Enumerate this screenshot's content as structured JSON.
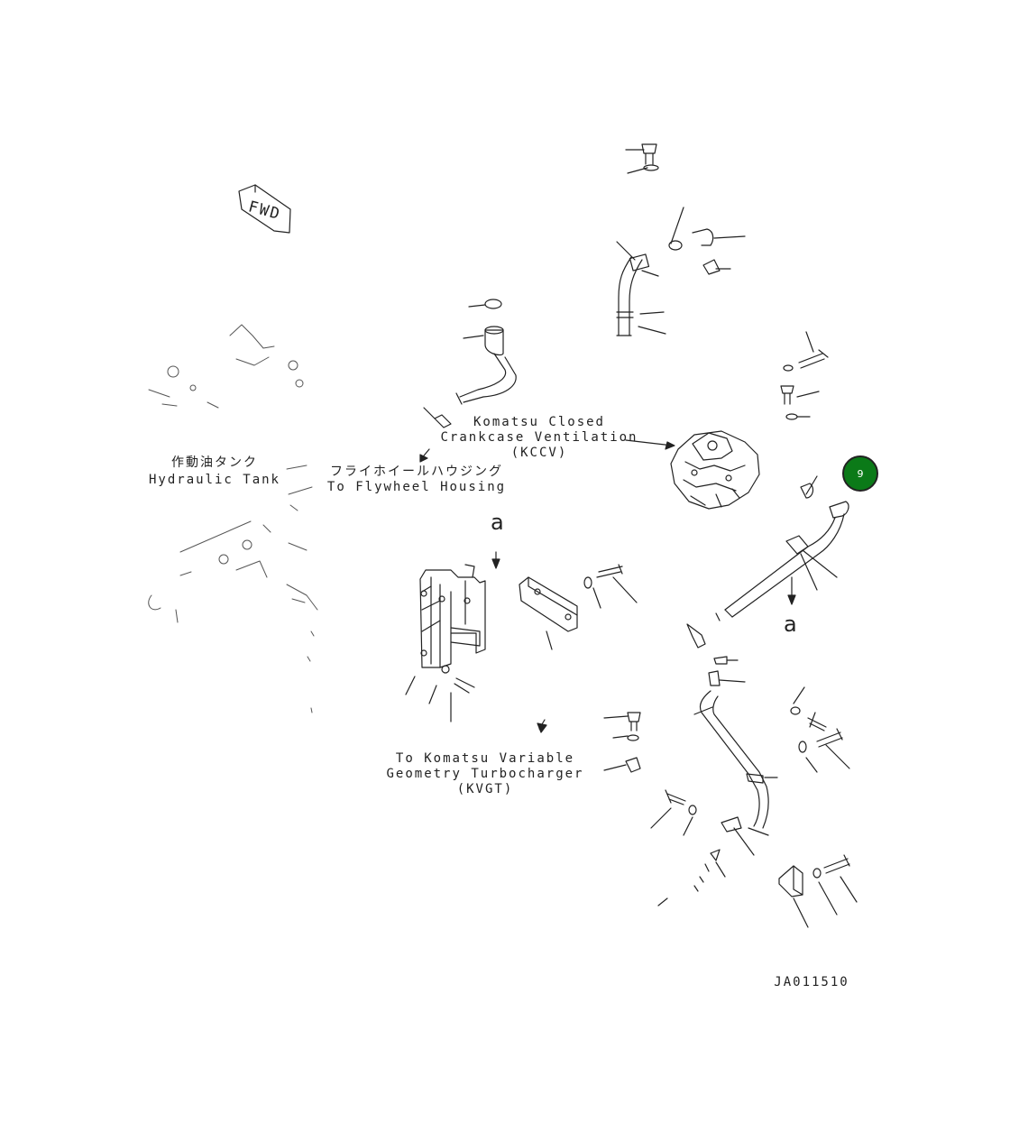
{
  "fwd_tag": "FWD",
  "labels": {
    "hydraulic_tank_jp": "作動油タンク",
    "hydraulic_tank_en": "Hydraulic Tank",
    "flywheel_jp": "フライホイールハウジング",
    "flywheel_en": "To Flywheel Housing",
    "kcv_1": "Komatsu Closed",
    "kcv_2": "Crankcase Ventilation",
    "kcv_3": "(KCCV)",
    "kvgt_1": "To Komatsu Variable",
    "kvgt_2": "Geometry Turbocharger",
    "kvgt_3": "(KVGT)"
  },
  "markers": {
    "a_top": "a",
    "a_right": "a"
  },
  "callout_badge": {
    "number": "9",
    "color": "#0b7a18"
  },
  "drawing_id": "JA011510"
}
